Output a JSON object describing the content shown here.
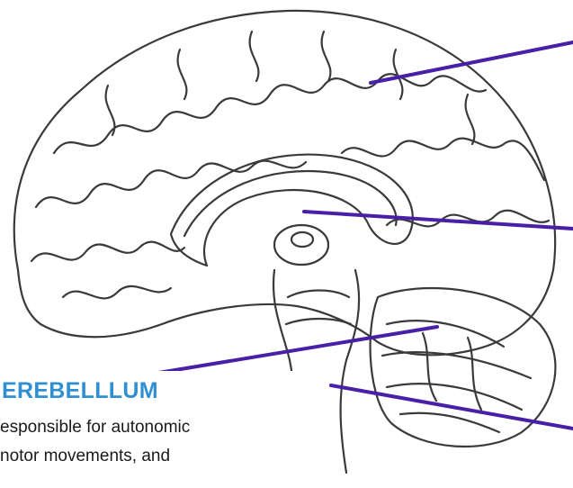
{
  "diagram": {
    "subject_icon": "brain-sagittal-section-sketch",
    "pointer_color": "#4a1fa8",
    "caption": {
      "title": "EREBELLLUM",
      "title_color": "#2f8fd0",
      "lines": [
        "esponsible for autonomic",
        "notor movements, and"
      ]
    }
  }
}
